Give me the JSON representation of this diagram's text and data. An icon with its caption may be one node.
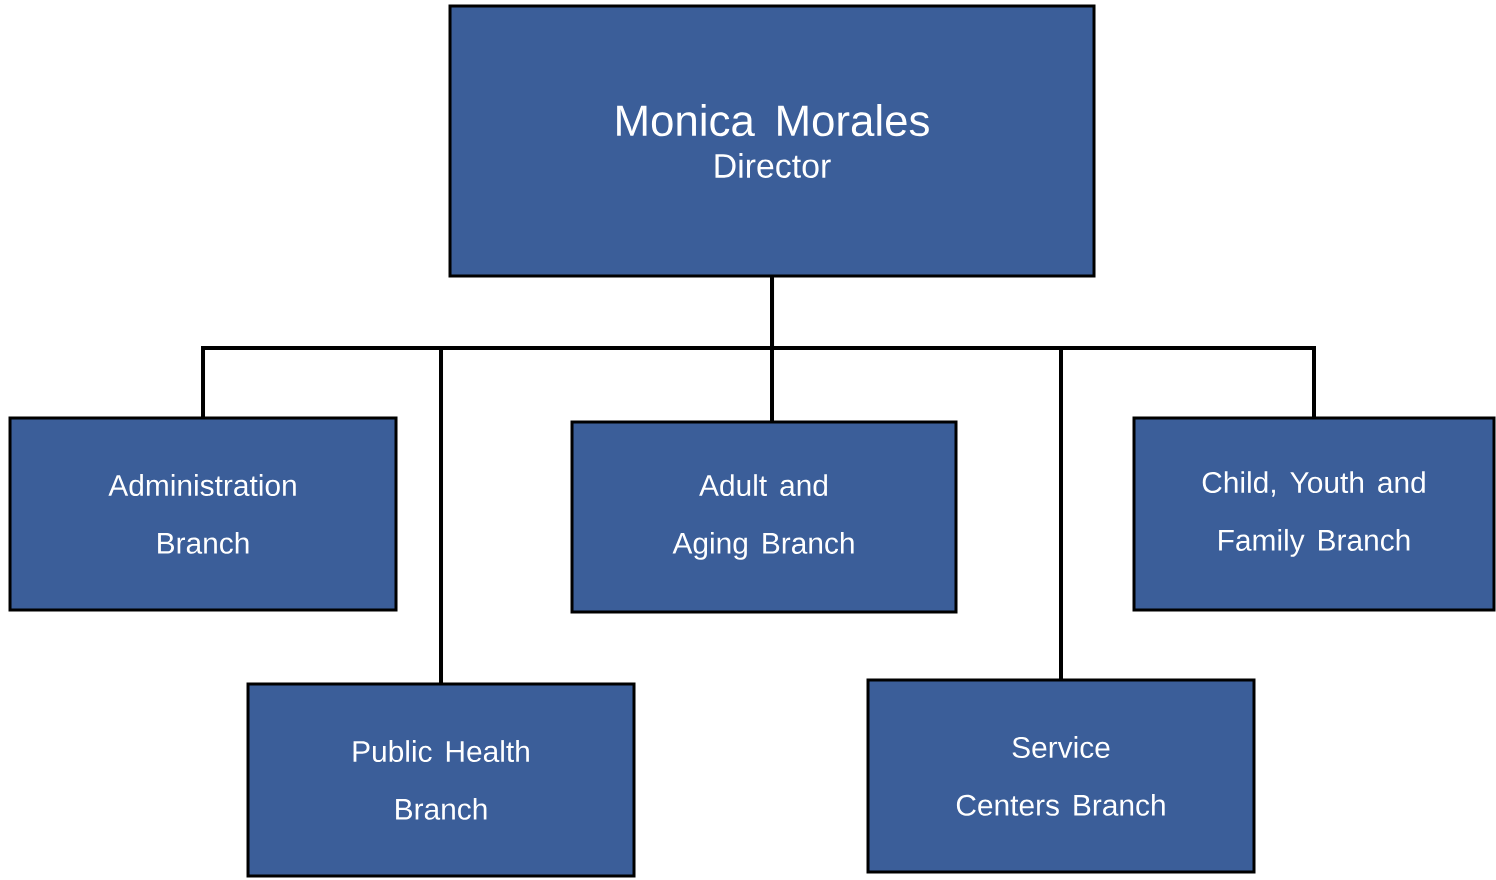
{
  "diagram": {
    "nodes": [
      {
        "text": [
          "Monica Morales",
          "Director"
        ]
      },
      {
        "text": [
          "Administration Branch"
        ]
      },
      {
        "text": [
          "Public Health Branch"
        ]
      },
      {
        "text": [
          "Adult and Aging Branch"
        ]
      },
      {
        "text": [
          "Service Centers Branch"
        ]
      },
      {
        "text": [
          "Child, Youth and Family Branch"
        ]
      }
    ],
    "edges": [
      {
        "from": 0,
        "to": 1,
        "arrow": "none"
      },
      {
        "from": 0,
        "to": 2,
        "arrow": "none"
      },
      {
        "from": 0,
        "to": 3,
        "arrow": "none"
      },
      {
        "from": 0,
        "to": 4,
        "arrow": "none"
      },
      {
        "from": 0,
        "to": 5,
        "arrow": "none"
      }
    ]
  }
}
